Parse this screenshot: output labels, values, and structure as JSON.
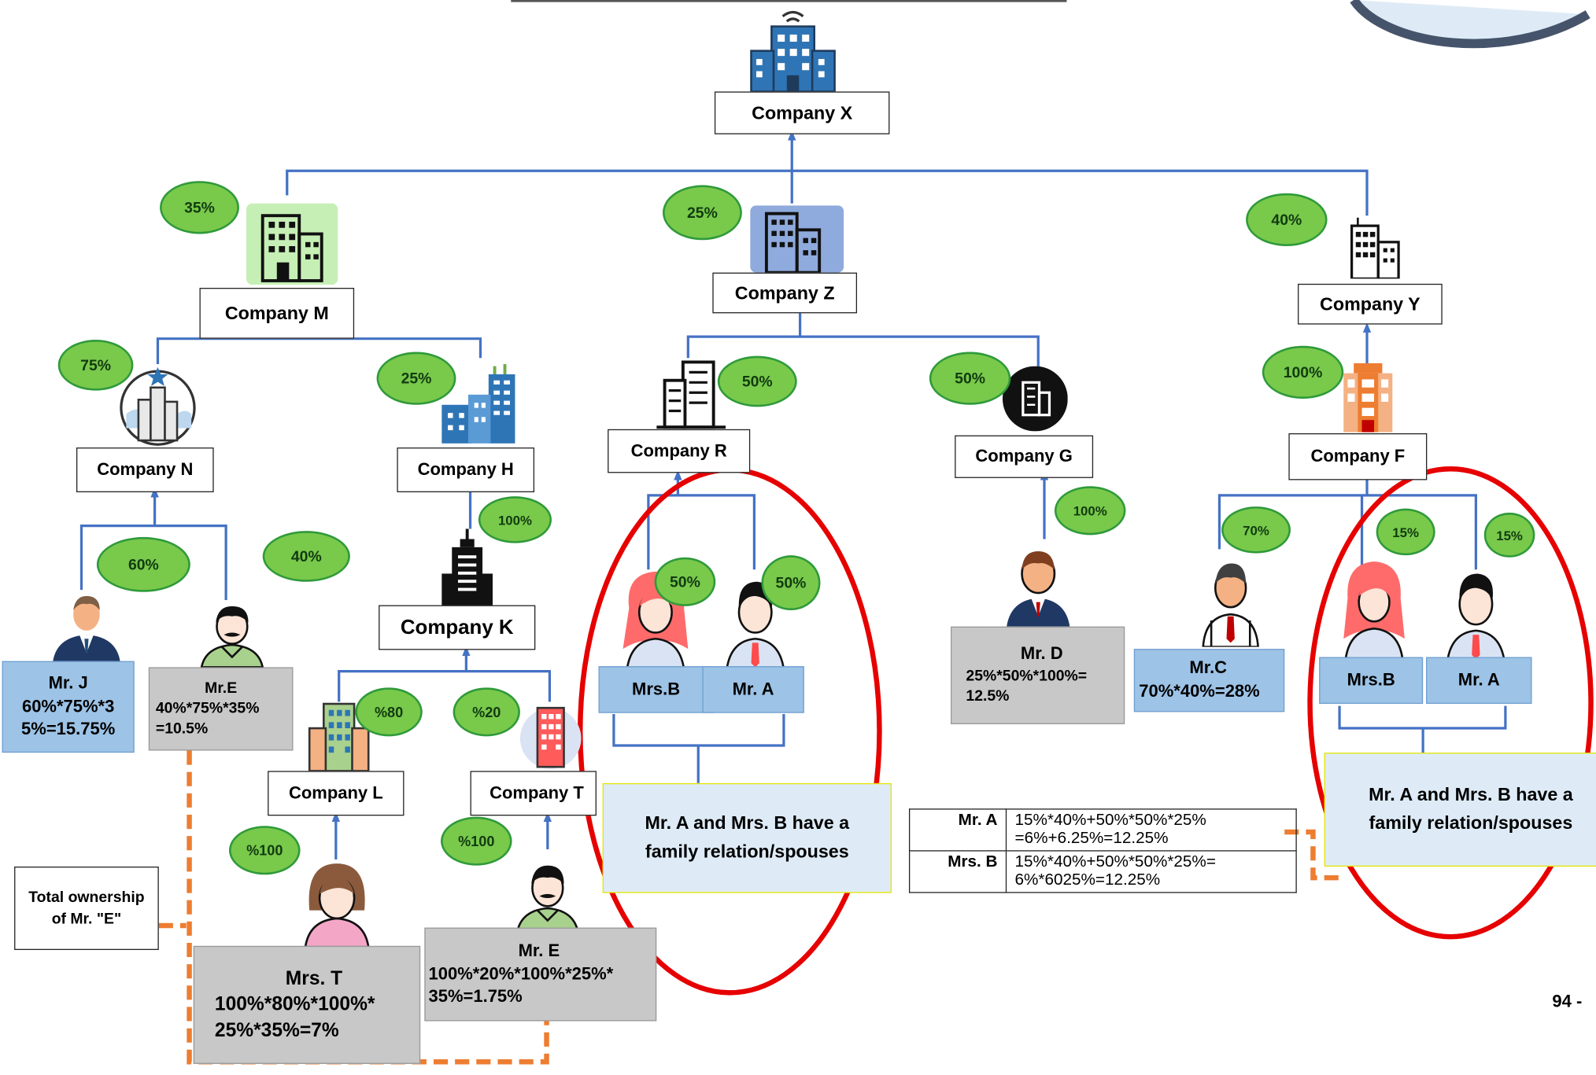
{
  "companies": {
    "x": "Company X",
    "z": "Company Z",
    "m": "Company M",
    "y": "Company Y",
    "n": "Company N",
    "h": "Company H",
    "r": "Company R",
    "g": "Company G",
    "f": "Company F",
    "k": "Company K",
    "l": "Company L",
    "t": "Company T"
  },
  "percentages": {
    "m_x": "35%",
    "z_x": "25%",
    "y_x": "40%",
    "n_m": "75%",
    "h_m": "25%",
    "r_z": "50%",
    "g_z": "50%",
    "f_y": "100%",
    "j_n": "60%",
    "e_n": "40%",
    "k_h": "100%",
    "b_r": "50%",
    "a_r": "50%",
    "d_g": "100%",
    "c_f": "70%",
    "b_f": "15%",
    "a_f": "15%",
    "l_k": "%80",
    "t_k": "%20",
    "mrst_l": "%100",
    "mre_t": "%100"
  },
  "people": {
    "mr_j": [
      "Mr. J",
      "60%*75%*3",
      "5%=15.75%"
    ],
    "mr_e_top": [
      "Mr.E",
      "40%*75%*35%",
      "=10.5%"
    ],
    "mrs_t": [
      "Mrs. T",
      "100%*80%*100%*",
      "25%*35%=7%"
    ],
    "mr_e_bottom": [
      "Mr. E",
      "100%*20%*100%*25%*",
      "35%=1.75%"
    ],
    "mr_d": [
      "Mr. D",
      "25%*50%*100%=",
      "12.5%"
    ],
    "mr_c": [
      "Mr.C",
      "70%*40%=28%"
    ],
    "mrs_b": "Mrs.B",
    "mr_a": "Mr. A"
  },
  "notes": {
    "family": "Mr. A and Mrs. B have a family relation/spouses",
    "total_e": "Total ownership of Mr. \"E\""
  },
  "calc_table": [
    {
      "name": "Mr. A",
      "lines": [
        "15%*40%+50%*50%*25%",
        "=6%+6.25%=12.25%"
      ]
    },
    {
      "name": "Mrs. B",
      "lines": [
        "15%*40%+50%*50%*25%=",
        "6%*6025%=12.25%"
      ]
    }
  ],
  "page_number": "94 -",
  "colors": {
    "connector": "#4472c4",
    "oval_fill": "#79c94b",
    "oval_border": "#2f9a3a",
    "highlight_circle": "#e60000",
    "dashed_link": "#ed7d31"
  },
  "icons": [
    "building-icon",
    "skyscraper-icon",
    "businessman-icon",
    "woman-icon",
    "man-icon"
  ]
}
